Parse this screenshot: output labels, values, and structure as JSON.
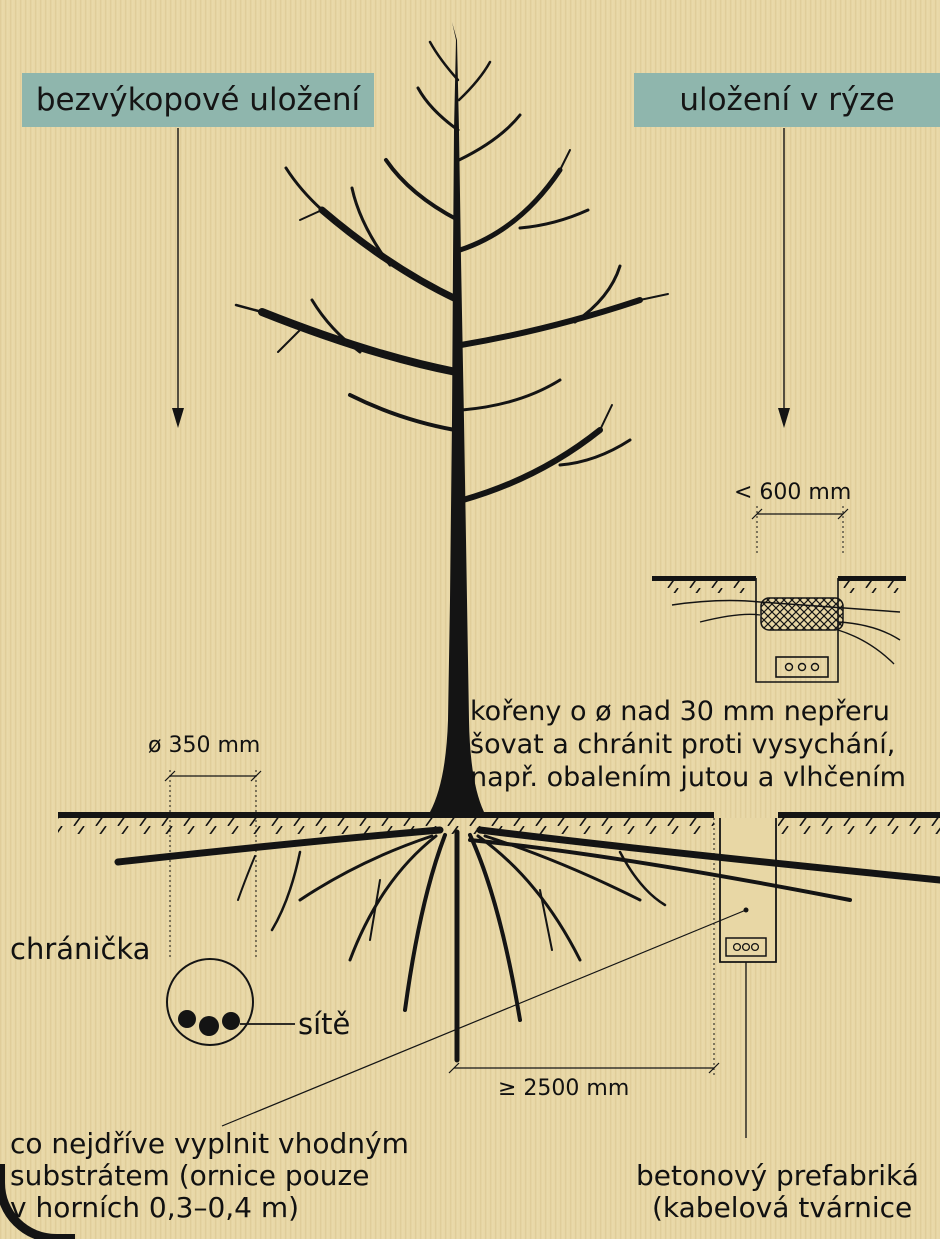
{
  "labels": {
    "trenchless": "bezvýkopové uložení",
    "trench": "uložení v rýze",
    "trench_width": "< 600 mm",
    "duct_diameter": "ø 350 mm",
    "duct": "chránička",
    "networks": "sítě",
    "distance": "≥ 2500 mm"
  },
  "notes": {
    "roots": [
      "kořeny o ø nad 30 mm nepřeru",
      "šovat a chránit proti vysychání,",
      "např. obalením jutou a vlhčením"
    ],
    "backfill": [
      "co nejdříve vyplnit vhodným",
      "substrátem (ornice pouze",
      "v horních 0,3–0,4 m)"
    ],
    "precast": [
      "betonový prefabriká",
      "(kabelová tvárnice"
    ]
  },
  "colors": {
    "background": "#e8d7a5",
    "label_box": "#8fb6ad",
    "ink": "#141414"
  }
}
